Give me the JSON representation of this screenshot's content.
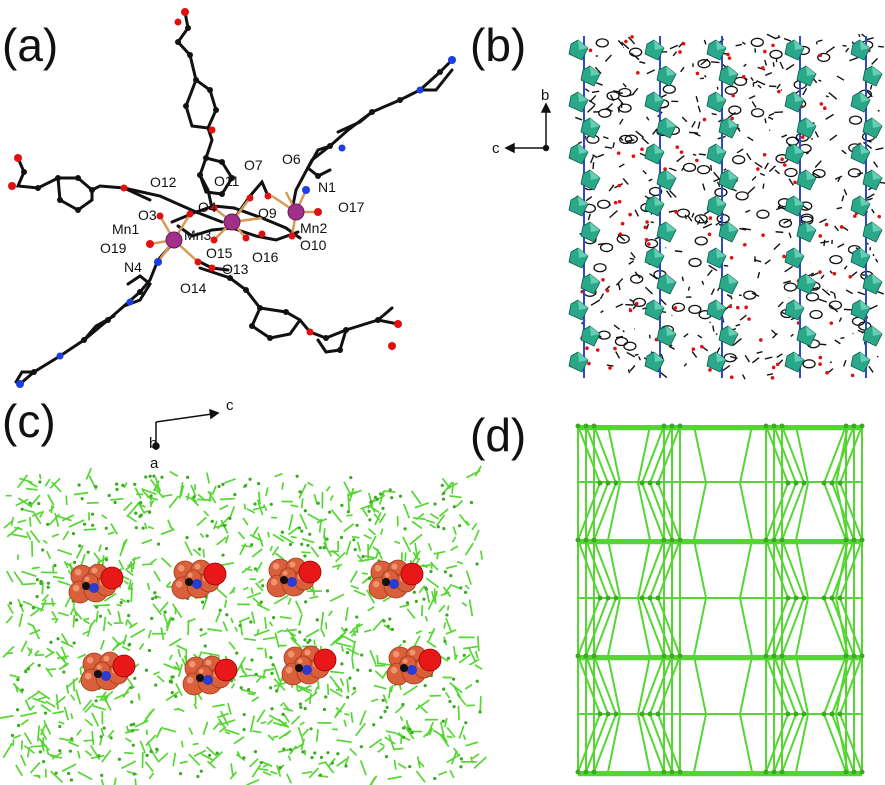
{
  "panels": {
    "a": {
      "label": "(a)"
    },
    "b": {
      "label": "(b)"
    },
    "c": {
      "label": "(c)"
    },
    "d": {
      "label": "(d)"
    }
  },
  "atom_labels": {
    "O12": "O12",
    "O11": "O11",
    "O7": "O7",
    "O6": "O6",
    "N1": "N1",
    "O17": "O17",
    "O9": "O9",
    "O4": "O4",
    "O3": "O3",
    "Mn1": "Mn1",
    "Mn3": "Mn3",
    "Mn2": "Mn2",
    "O19": "O19",
    "O15": "O15",
    "O16": "O16",
    "O10": "O10",
    "N4": "N4",
    "O13": "O13",
    "O14": "O14"
  },
  "axes_b": {
    "b": "b",
    "c": "c"
  },
  "axes_c": {
    "c": "c",
    "b": "b",
    "a": "a"
  },
  "colors": {
    "bond": "#111111",
    "oxygen": "#e01010",
    "nitrogen": "#1a3ee0",
    "manganese": "#a0308a",
    "coordination": "#d89a58",
    "polyhedron": "#2aa88a",
    "network": "#55d633",
    "guest": "#d9603a"
  }
}
